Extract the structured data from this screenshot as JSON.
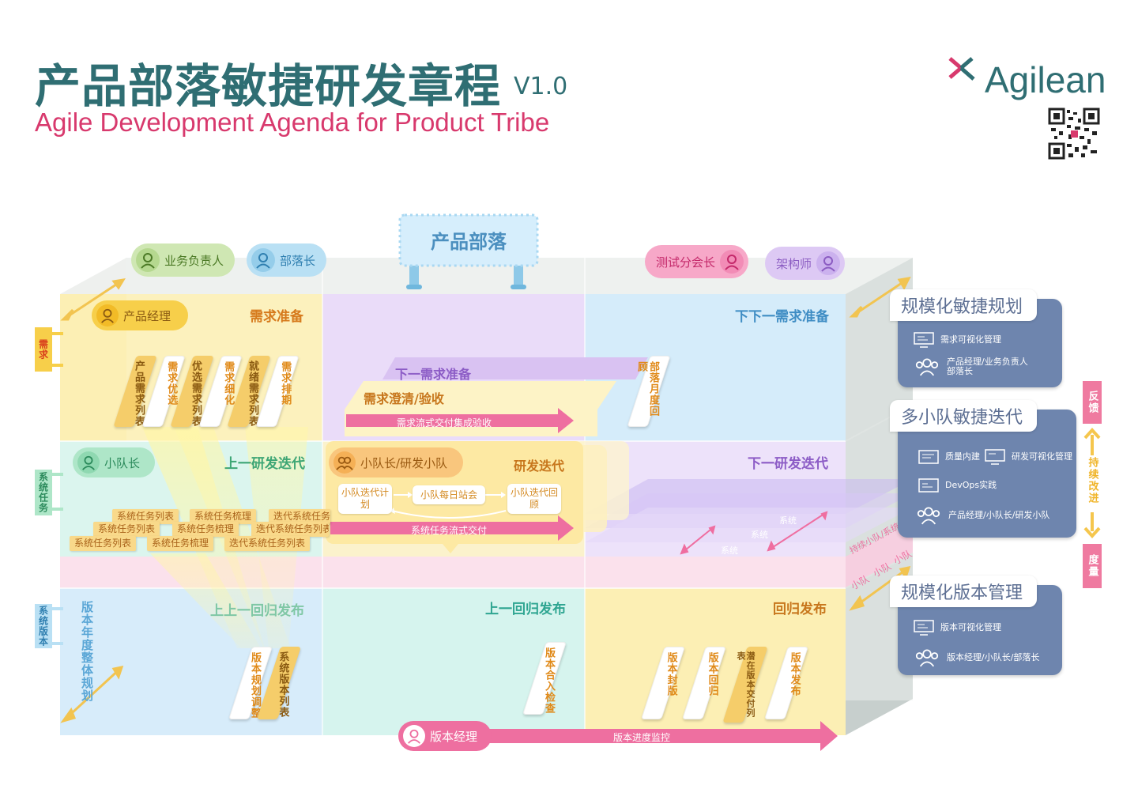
{
  "header": {
    "title_cn": "产品部落敏捷研发章程",
    "version": "V1.0",
    "title_en": "Agile Development Agenda for Product Tribe",
    "logo": "Agilean"
  },
  "roles": {
    "business_owner": "业务负责人",
    "tribe_lead": "部落长",
    "product_tribe": "产品部落",
    "test_lead": "测试分会长",
    "architect": "架构师",
    "product_manager": "产品经理",
    "squad_lead": "小队长",
    "squad_team": "小队长/研发小队",
    "release_manager": "版本经理"
  },
  "lanes": {
    "demand_prep": "需求准备",
    "next_next_demand": "下下一需求准备",
    "next_demand": "下一需求准备",
    "demand_clarify": "需求澄清/验收",
    "prev_iteration": "上一研发迭代",
    "dev_iteration": "研发迭代",
    "next_iteration": "下一研发迭代",
    "prev_prev_release": "上上一回归发布",
    "prev_release": "上一回归发布",
    "release": "回归发布"
  },
  "side_tabs": {
    "demand": "需求",
    "system_task": "系统任务",
    "system_version": "系统版本"
  },
  "demand_cards": [
    "产品需求列表",
    "需求优选",
    "优选需求列表",
    "需求细化",
    "就绪需求列表",
    "需求排期"
  ],
  "monthly_review": "部落月度回顾",
  "flows": {
    "demand_flow": "需求流式交付集成验收",
    "system_flow": "系统任务流式交付",
    "release_flow": "版本进度监控"
  },
  "iteration_steps": {
    "plan": "小队迭代计划",
    "standup": "小队每日站会",
    "review": "小队迭代回顾"
  },
  "task_tags": {
    "row1": [
      "系统任务列表",
      "系统任务梳理",
      "迭代系统任务列表"
    ],
    "row2": [
      "系统任务列表",
      "系统任务梳理",
      "迭代系统任务列表"
    ],
    "row3": [
      "系统任务列表",
      "系统任务梳理",
      "迭代系统任务列表"
    ]
  },
  "system_labels": [
    "系统",
    "系统",
    "系统"
  ],
  "squad_labels": [
    "持续小队/系统小队",
    "小队",
    "小队",
    "小队"
  ],
  "release_plan": "版本年度整体规划",
  "release_cards_left": [
    "版本规划调整",
    "系统版本列表"
  ],
  "release_check": "版本合入检查",
  "release_cards_right": [
    "版本封版",
    "版本回归",
    "潜在版本交付列表",
    "版本发布"
  ],
  "panels": {
    "scale_planning": {
      "title": "规模化敏捷规划",
      "rows": [
        "需求可视化管理",
        "产品经理/业务负责人",
        "部落长"
      ]
    },
    "multi_squad": {
      "title": "多小队敏捷迭代",
      "rows": [
        "质量内建",
        "研发可视化管理",
        "DevOps实践",
        "产品经理/小队长/研发小队"
      ]
    },
    "scale_release": {
      "title": "规模化版本管理",
      "rows": [
        "版本可视化管理",
        "版本经理/小队长/部落长"
      ]
    }
  },
  "feedback": {
    "feedback": "反馈",
    "continuous": "持续改进",
    "measure": "度量"
  },
  "colors": {
    "brand_teal": "#2f6e73",
    "brand_pink": "#d8396d",
    "lane_yellow": "#fcefb4",
    "lane_purple": "#eadcf9",
    "lane_blue": "#d5ecfa",
    "lane_green": "#dbf5ee",
    "panel_blue": "#6e85ae",
    "flow_pink": "#ee6fa0"
  }
}
